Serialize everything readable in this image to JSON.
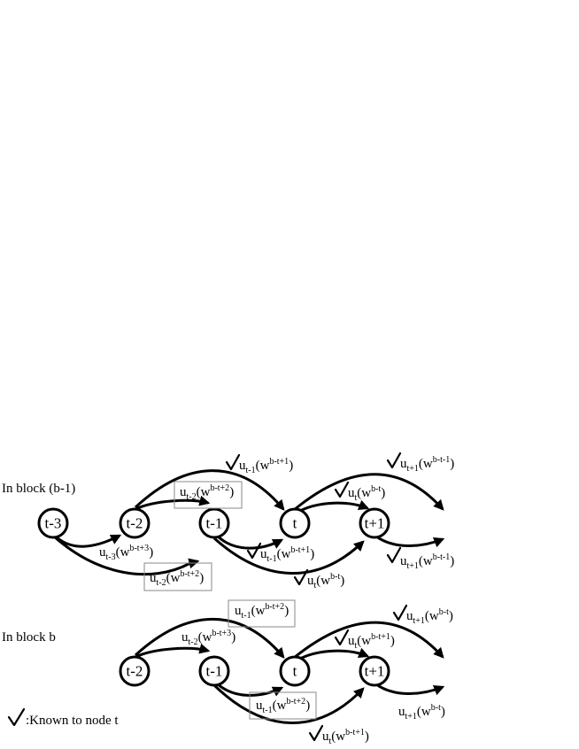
{
  "blocks": [
    {
      "title": "In block (b-1)",
      "nodes": [
        "t-3",
        "t-2",
        "t-1",
        "t",
        "t+1"
      ],
      "labels": {
        "top_long": {
          "base": "u",
          "sub": "t-1",
          "args": "(w",
          "sup": "b-t+1",
          "close": ")",
          "checked": true
        },
        "top_short_boxed": {
          "base": "u",
          "sub": "t-2",
          "args": "(w",
          "sup": "b-t+2",
          "close": ")",
          "checked": false
        },
        "bottom_short": {
          "base": "u",
          "sub": "t-3",
          "args": "(w",
          "sup": "b-t+3",
          "close": ")",
          "checked": false
        },
        "bottom_long_boxed": {
          "base": "u",
          "sub": "t-2",
          "args": "(w",
          "sup": "b-t+2",
          "close": ")",
          "checked": false
        },
        "mid_bottom_short": {
          "base": "u",
          "sub": "t-1",
          "args": "(w",
          "sup": "b-t+1",
          "close": ")",
          "checked": true
        },
        "mid_bottom_long": {
          "base": "u",
          "sub": "t",
          "args": "(w",
          "sup": "b-t",
          "close": ")",
          "checked": true
        },
        "right_top_short": {
          "base": "u",
          "sub": "t",
          "args": "(w",
          "sup": "b-t",
          "close": ")",
          "checked": true
        },
        "right_top_long": {
          "base": "u",
          "sub": "t+1",
          "args": "(w",
          "sup": "b-t-1",
          "close": ")",
          "checked": true
        },
        "right_bottom_short": {
          "base": "u",
          "sub": "t+1",
          "args": "(w",
          "sup": "b-t-1",
          "close": ")",
          "checked": true
        }
      }
    },
    {
      "title": "In block b",
      "nodes": [
        "t-2",
        "t-1",
        "t",
        "t+1"
      ],
      "labels": {
        "top_long_boxed": {
          "base": "u",
          "sub": "t-1",
          "args": "(w",
          "sup": "b-t+2",
          "close": ")",
          "checked": false
        },
        "top_short": {
          "base": "u",
          "sub": "t-2",
          "args": "(w",
          "sup": "b-t+3",
          "close": ")",
          "checked": false
        },
        "mid_bottom_short_boxed": {
          "base": "u",
          "sub": "t-1",
          "args": "(w",
          "sup": "b-t+2",
          "close": ")",
          "checked": false
        },
        "mid_bottom_long": {
          "base": "u",
          "sub": "t",
          "args": "(w",
          "sup": "b-t+1",
          "close": ")",
          "checked": true
        },
        "right_top_short": {
          "base": "u",
          "sub": "t",
          "args": "(w",
          "sup": "b-t+1",
          "close": ")",
          "checked": true
        },
        "right_top_long": {
          "base": "u",
          "sub": "t+1",
          "args": "(w",
          "sup": "b-t",
          "close": ")",
          "checked": true
        },
        "right_bottom_short": {
          "base": "u",
          "sub": "t+1",
          "args": "(w",
          "sup": "b-t",
          "close": ")",
          "checked": false
        }
      }
    }
  ],
  "legend": {
    "text": ":Known to node t",
    "icon": "checkmark-icon"
  }
}
